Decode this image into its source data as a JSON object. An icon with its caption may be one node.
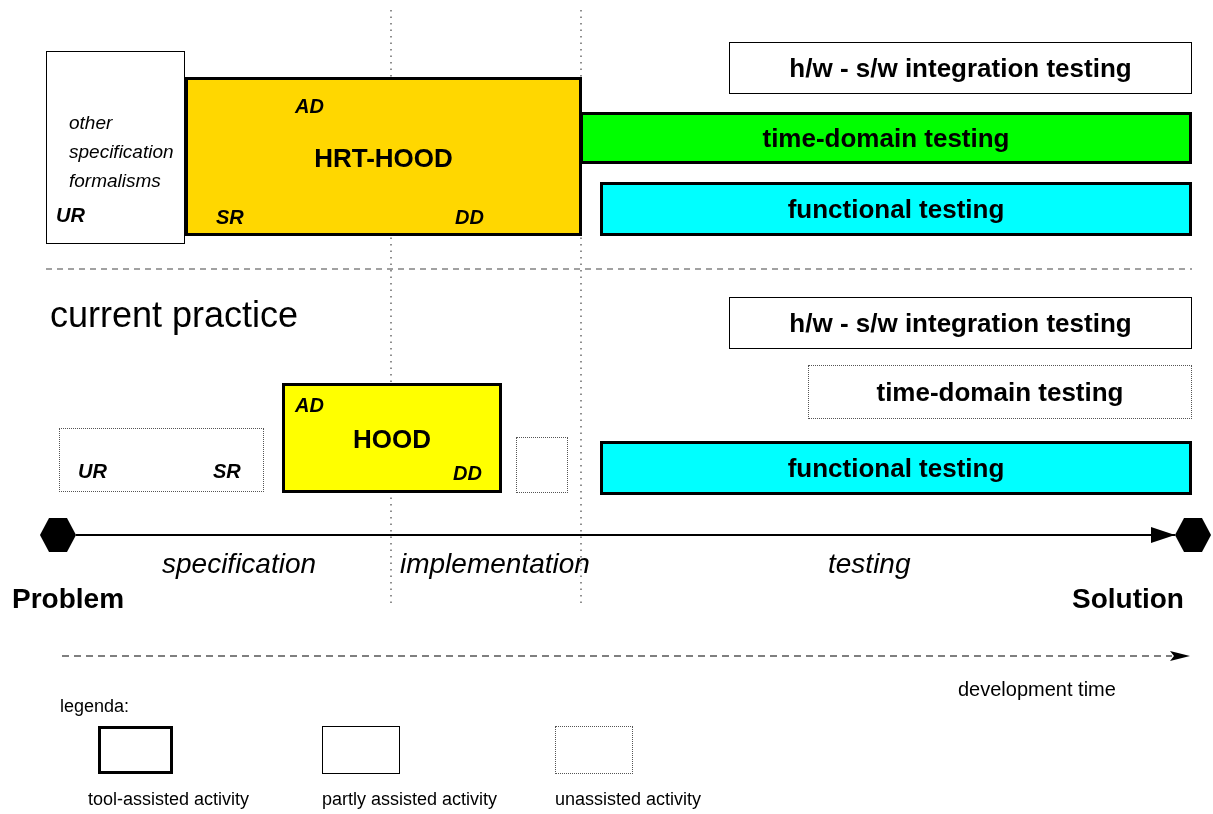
{
  "diagram": {
    "nodes": [
      {
        "text": [
          "other specification formalisms",
          "UR"
        ]
      },
      {
        "text": [
          "AD",
          "HRT-HOOD",
          "SR",
          "DD"
        ]
      },
      {
        "text": [
          "h/w - s/w integration testing"
        ]
      },
      {
        "text": [
          "time-domain testing"
        ]
      },
      {
        "text": [
          "functional testing"
        ]
      },
      {
        "text": [
          "h/w - s/w integration testing"
        ]
      },
      {
        "text": [
          "time-domain testing"
        ]
      },
      {
        "text": [
          "UR",
          "SR"
        ]
      },
      {
        "text": [
          "AD",
          "HOOD",
          "DD"
        ]
      },
      {
        "text": [],
        "shape": "box"
      },
      {
        "text": [
          "functional testing"
        ]
      },
      {
        "text": [],
        "shape": "hexagon",
        "beside": [
          "Problem"
        ]
      },
      {
        "text": [],
        "shape": "hexagon",
        "beside": [
          "Solution"
        ]
      }
    ],
    "edges": [
      {
        "from": 11,
        "to": 12,
        "arrow": "to"
      }
    ],
    "labels": [
      "current practice",
      "specification",
      "implementation",
      "testing",
      "development time",
      "legenda:"
    ],
    "legend": [
      {
        "text": "tool-assisted activity"
      },
      {
        "text": "partly assisted activity"
      },
      {
        "text": "unassisted activity"
      }
    ]
  }
}
